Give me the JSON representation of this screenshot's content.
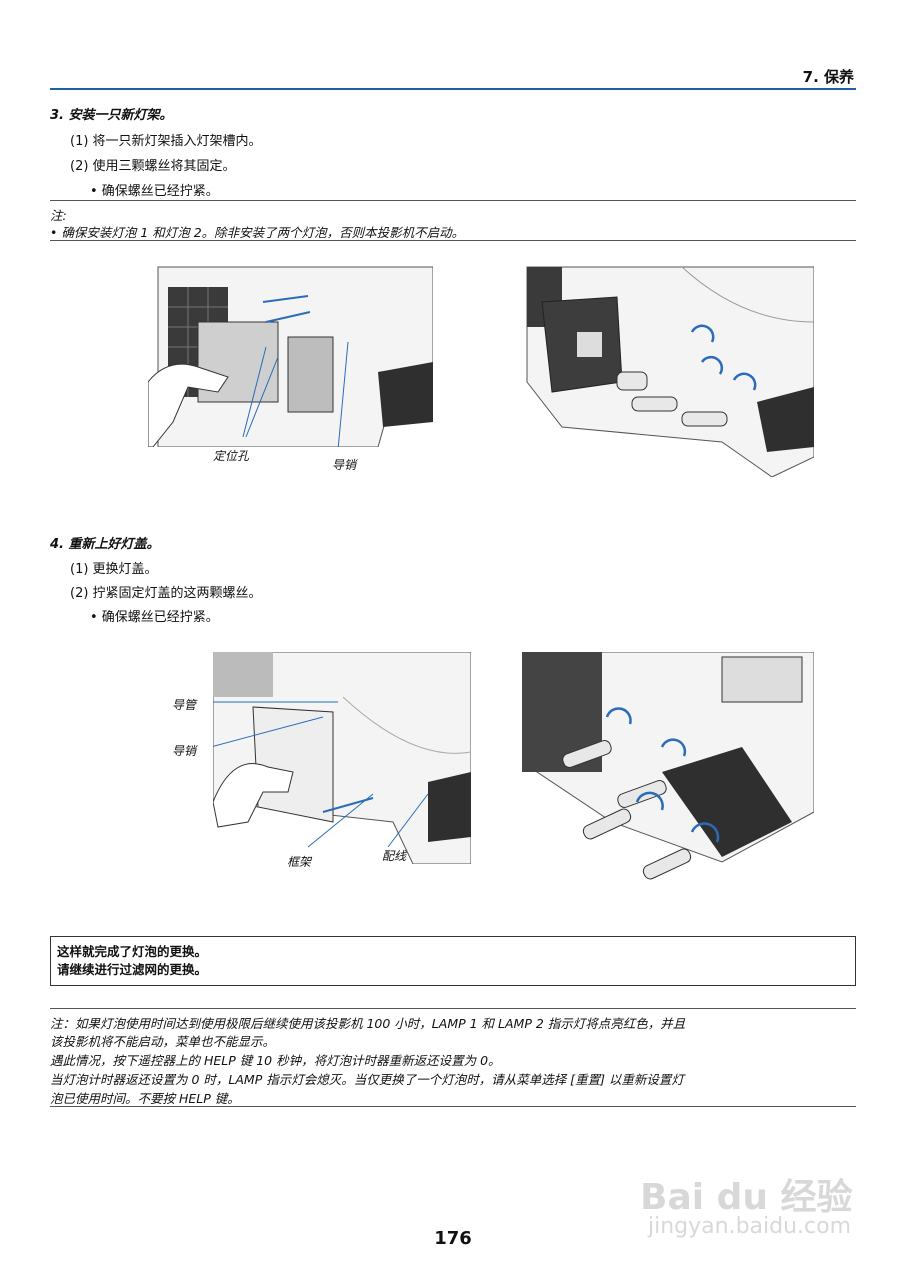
{
  "header": {
    "section": "7. 保养"
  },
  "step3": {
    "title": "3. 安装一只新灯架。",
    "items": [
      "(1)  将一只新灯架插入灯架槽内。",
      "(2)  使用三颗螺丝将其固定。"
    ],
    "bullet": "• 确保螺丝已经拧紧。"
  },
  "note1": {
    "label": "注:",
    "text": "• 确保安装灯泡 1 和灯泡 2。除非安装了两个灯泡，否则本投影机不启动。"
  },
  "figures1": {
    "label_hole": "定位孔",
    "label_pin": "导销"
  },
  "step4": {
    "title": "4. 重新上好灯盖。",
    "items": [
      "(1)  更换灯盖。",
      "(2)  拧紧固定灯盖的这两颗螺丝。"
    ],
    "bullet": "• 确保螺丝已经拧紧。"
  },
  "figures2": {
    "label_guide": "导管",
    "label_pin": "导销",
    "label_frame": "框架",
    "label_wire": "配线"
  },
  "complete_box": {
    "line1": "这样就完成了灯泡的更换。",
    "line2": "请继续进行过滤网的更换。"
  },
  "note2": {
    "line1": "注：如果灯泡使用时间达到使用极限后继续使用该投影机 100 小时，LAMP 1 和 LAMP 2 指示灯将点亮红色，并且",
    "line2": "该投影机将不能启动，菜单也不能显示。",
    "line3": "遇此情况，按下遥控器上的 HELP 键 10 秒钟，将灯泡计时器重新返还设置为 0。",
    "line4": "当灯泡计时器返还设置为 0 时，LAMP 指示灯会熄灭。当仅更换了一个灯泡时，请从菜单选择 [重置] 以重新设置灯",
    "line5": "泡已使用时间。不要按 HELP 键。"
  },
  "watermark": {
    "brand": "Bai du 经验",
    "url": "jingyan.baidu.com"
  },
  "page_number": "176",
  "colors": {
    "accent": "#1f5fa8",
    "arrow": "#2a6cb8"
  }
}
